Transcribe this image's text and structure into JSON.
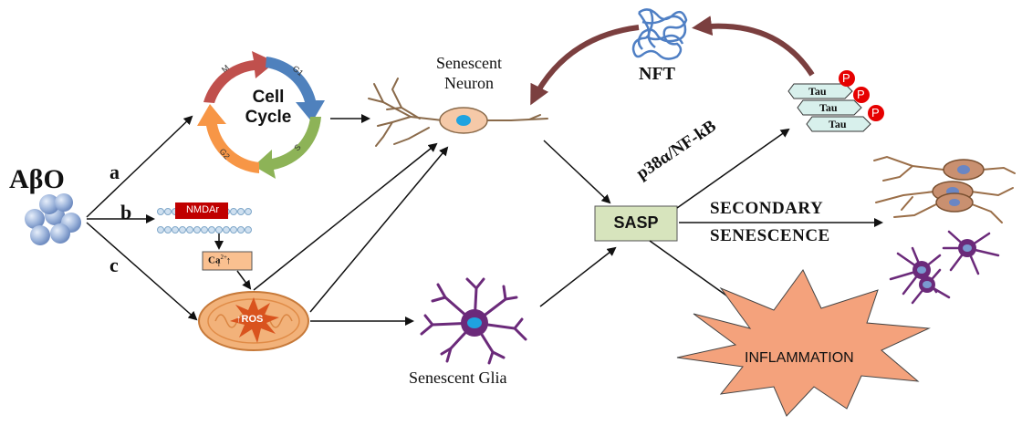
{
  "abo": "AβO",
  "pathway_letters": [
    "a",
    "b",
    "c"
  ],
  "cell_cycle": {
    "title_line1": "Cell",
    "title_line2": "Cycle",
    "phases": [
      "M",
      "G1",
      "S",
      "G2"
    ]
  },
  "nmdar": "NMDAr",
  "calcium": {
    "base": "Ca",
    "sup": "2+",
    "sub": "i",
    "arrow": "↑"
  },
  "ros": "↑ROS",
  "senescent_neuron": {
    "line1": "Senescent",
    "line2": "Neuron"
  },
  "senescent_glia": "Senescent Glia",
  "sasp": "SASP",
  "nft": "NFT",
  "p38": "p38α/NF-kB",
  "tau": [
    "Tau",
    "Tau",
    "Tau"
  ],
  "phospho": [
    "P",
    "P",
    "P"
  ],
  "secondary": {
    "line1": "SECONDARY",
    "line2": "SENESCENCE"
  },
  "inflammation": "INFLAMMATION",
  "colors": {
    "m_phase": "#c0504d",
    "g1_phase": "#4f81bd",
    "s_phase": "#8db357",
    "g2_phase": "#f79646",
    "nmdar": "#c00000",
    "calcium_box": "#fac090",
    "mitochondria": "#f2b27a",
    "sasp_box": "#d7e4bd",
    "tau_box": "#d8f0ec",
    "phospho": "#e60000",
    "nft_arrow": "#7b3f3f",
    "inflammation": "#f4a27c",
    "glia": "#6b2a7a",
    "neuron_body": "#f5c9a8",
    "nucleus": "#1fa3e0"
  }
}
